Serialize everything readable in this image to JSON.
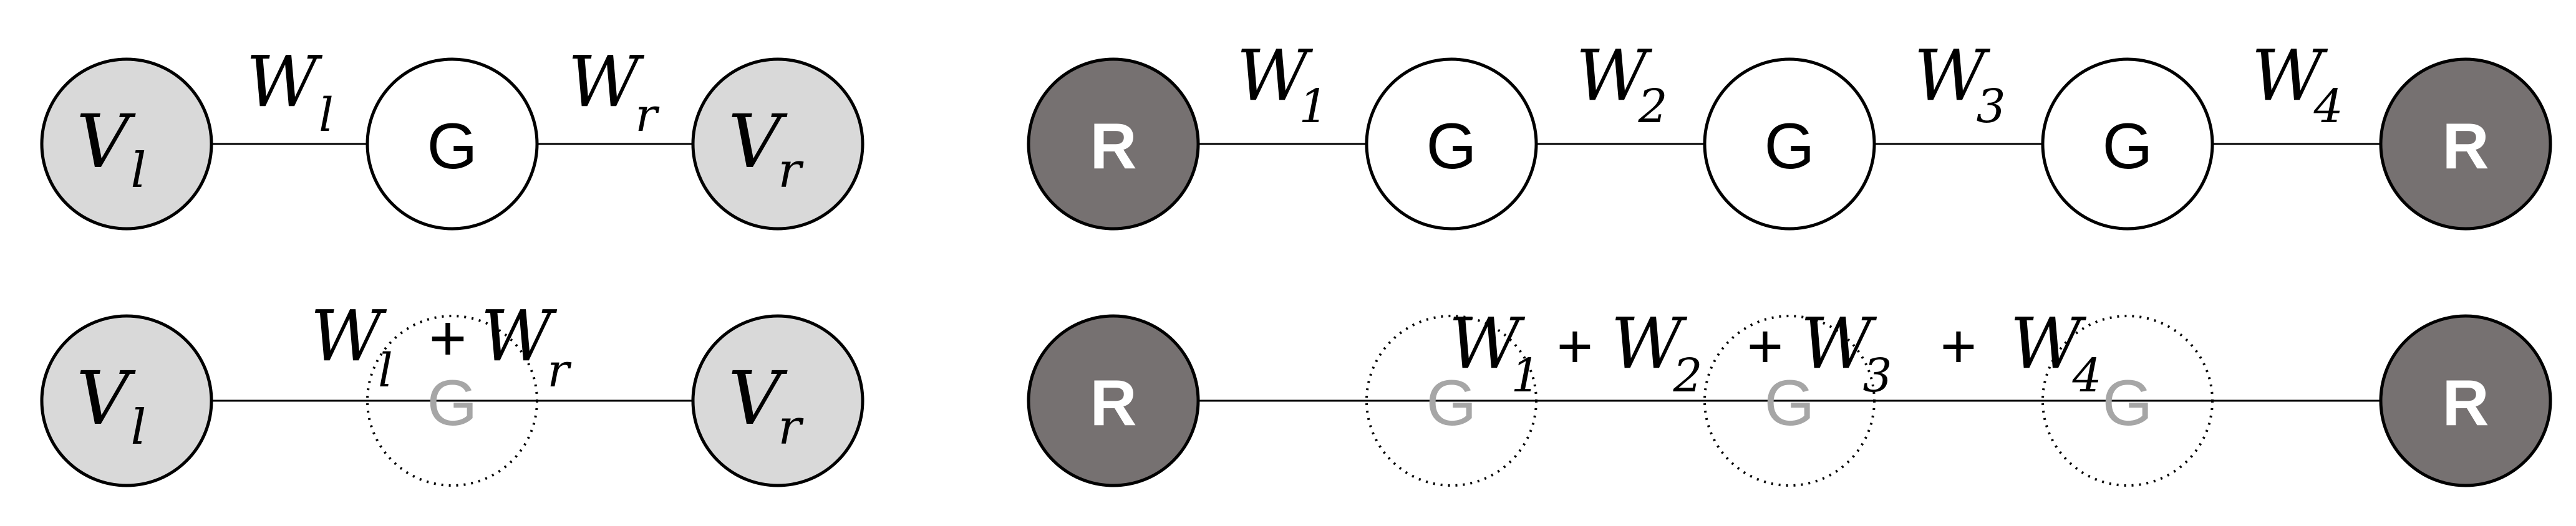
{
  "colors": {
    "background": "#ffffff",
    "line": "#000000",
    "node_light_fill": "#d9d9d9",
    "node_white_fill": "#ffffff",
    "node_dark_fill": "#767171",
    "node_dark_text": "#ffffff",
    "ghost_text": "#a6a6a6"
  },
  "top_left": {
    "nodes": [
      {
        "main": "V",
        "sub": "l"
      },
      {
        "main": "G"
      },
      {
        "main": "V",
        "sub": "r"
      }
    ],
    "edges": [
      {
        "main": "W",
        "sub": "l"
      },
      {
        "main": "W",
        "sub": "r"
      }
    ]
  },
  "bottom_left": {
    "nodes": [
      {
        "main": "V",
        "sub": "l"
      },
      {
        "main": "G"
      },
      {
        "main": "V",
        "sub": "r"
      }
    ],
    "label": [
      {
        "main": "W",
        "sub": "l"
      },
      {
        "op": "+"
      },
      {
        "main": "W",
        "sub": "r"
      }
    ]
  },
  "top_right": {
    "nodes": [
      {
        "main": "R"
      },
      {
        "main": "G"
      },
      {
        "main": "G"
      },
      {
        "main": "G"
      },
      {
        "main": "R"
      }
    ],
    "edges": [
      {
        "main": "W",
        "sub": "1"
      },
      {
        "main": "W",
        "sub": "2"
      },
      {
        "main": "W",
        "sub": "3"
      },
      {
        "main": "W",
        "sub": "4"
      }
    ]
  },
  "bottom_right": {
    "nodes": [
      {
        "main": "R"
      },
      {
        "main": "G"
      },
      {
        "main": "G"
      },
      {
        "main": "G"
      },
      {
        "main": "R"
      }
    ],
    "label": [
      {
        "main": "W",
        "sub": "1"
      },
      {
        "op": "+"
      },
      {
        "main": "W",
        "sub": "2"
      },
      {
        "op": "+"
      },
      {
        "main": "W",
        "sub": "3"
      },
      {
        "op": "+"
      },
      {
        "main": "W",
        "sub": "4"
      }
    ]
  }
}
